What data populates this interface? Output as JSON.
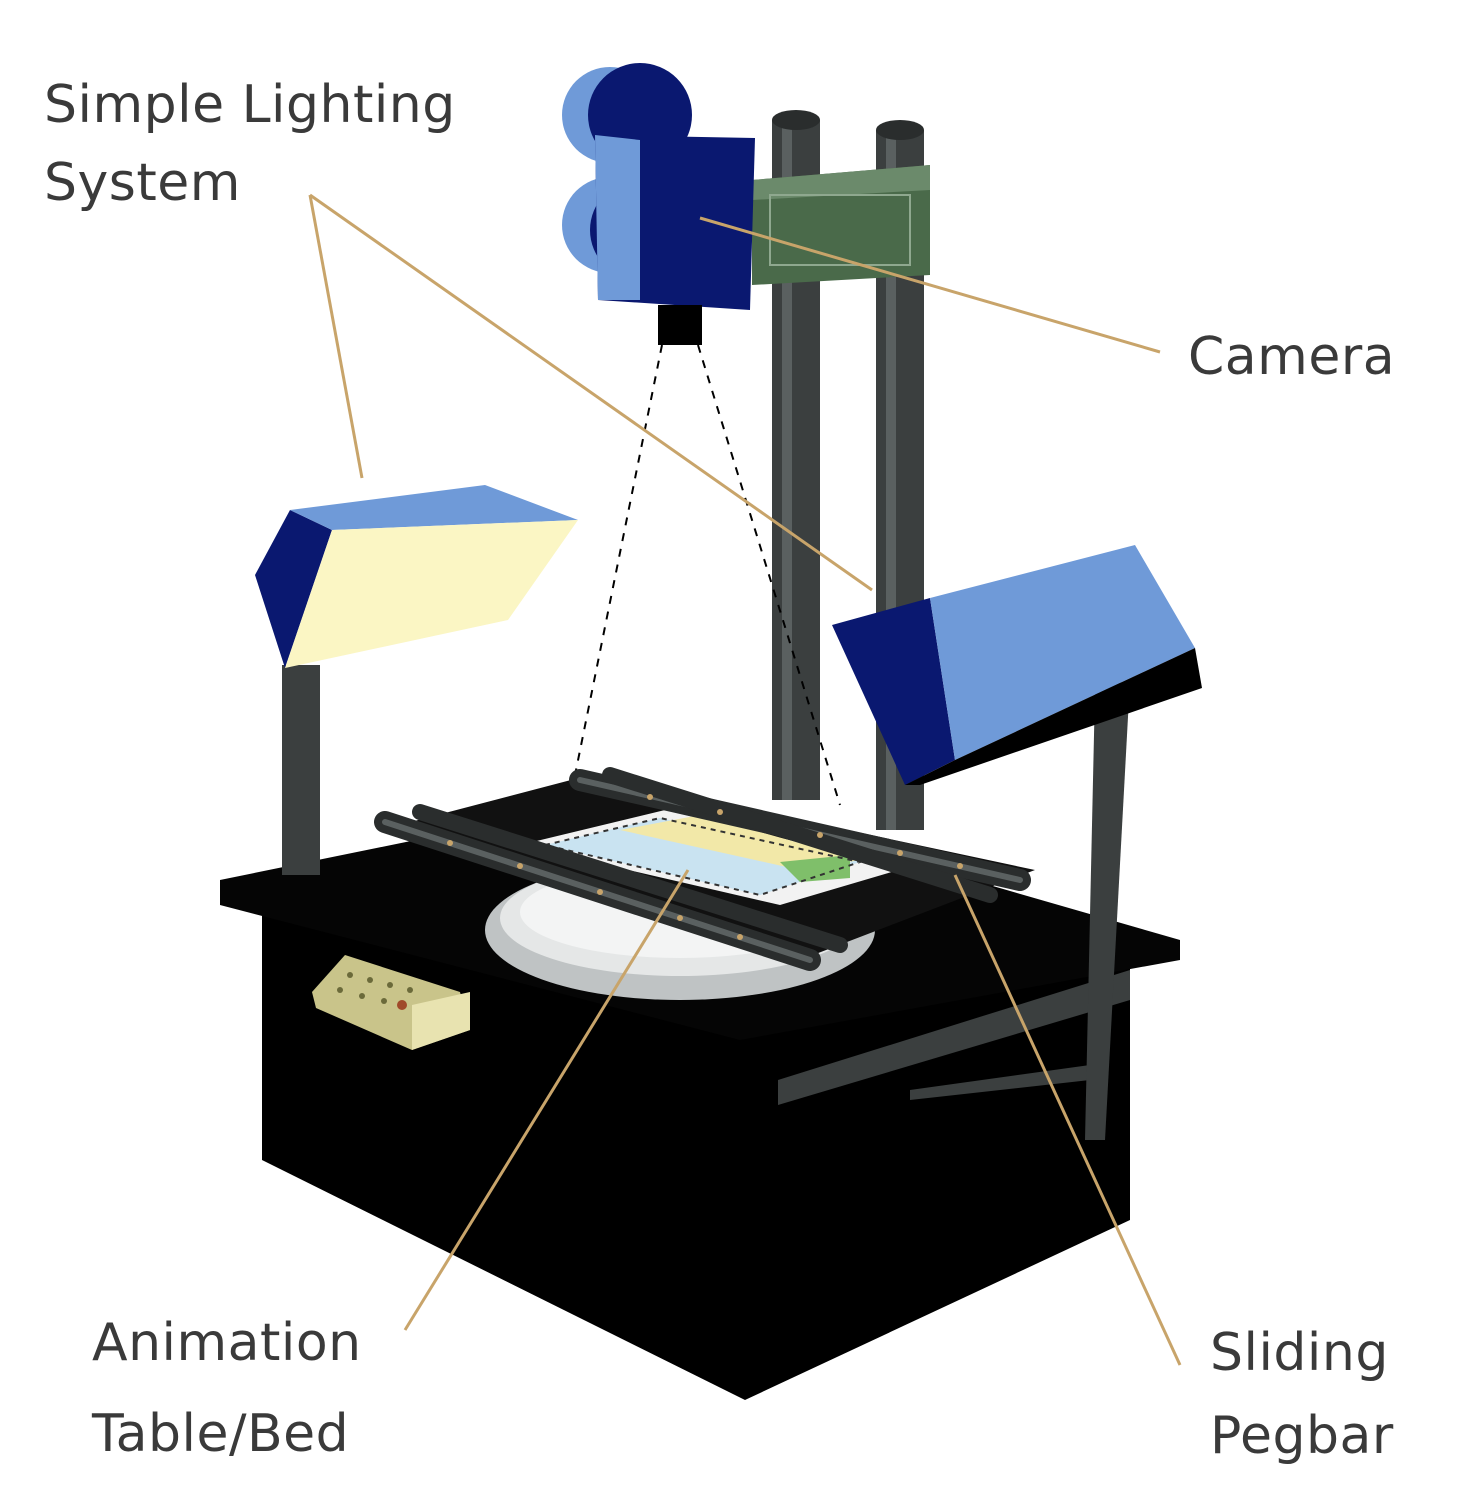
{
  "labels": {
    "lighting": [
      "Simple Lighting",
      "System"
    ],
    "camera": "Camera",
    "animation_table": [
      "Animation",
      "Table/Bed"
    ],
    "pegbar": [
      "Sliding",
      "Pegbar"
    ]
  },
  "colors": {
    "background": "#ffffff",
    "cabinet": "#000000",
    "pole": "#3b3f3f",
    "camera_dark": "#0a1870",
    "camera_light": "#6f9ad8",
    "mount_green": "#4a6a4a",
    "lamp_inner": "#fbf6c4",
    "control_panel": "#c9c48a",
    "leader_line": "#c8a46a",
    "label_text": "#3a3a3a"
  }
}
